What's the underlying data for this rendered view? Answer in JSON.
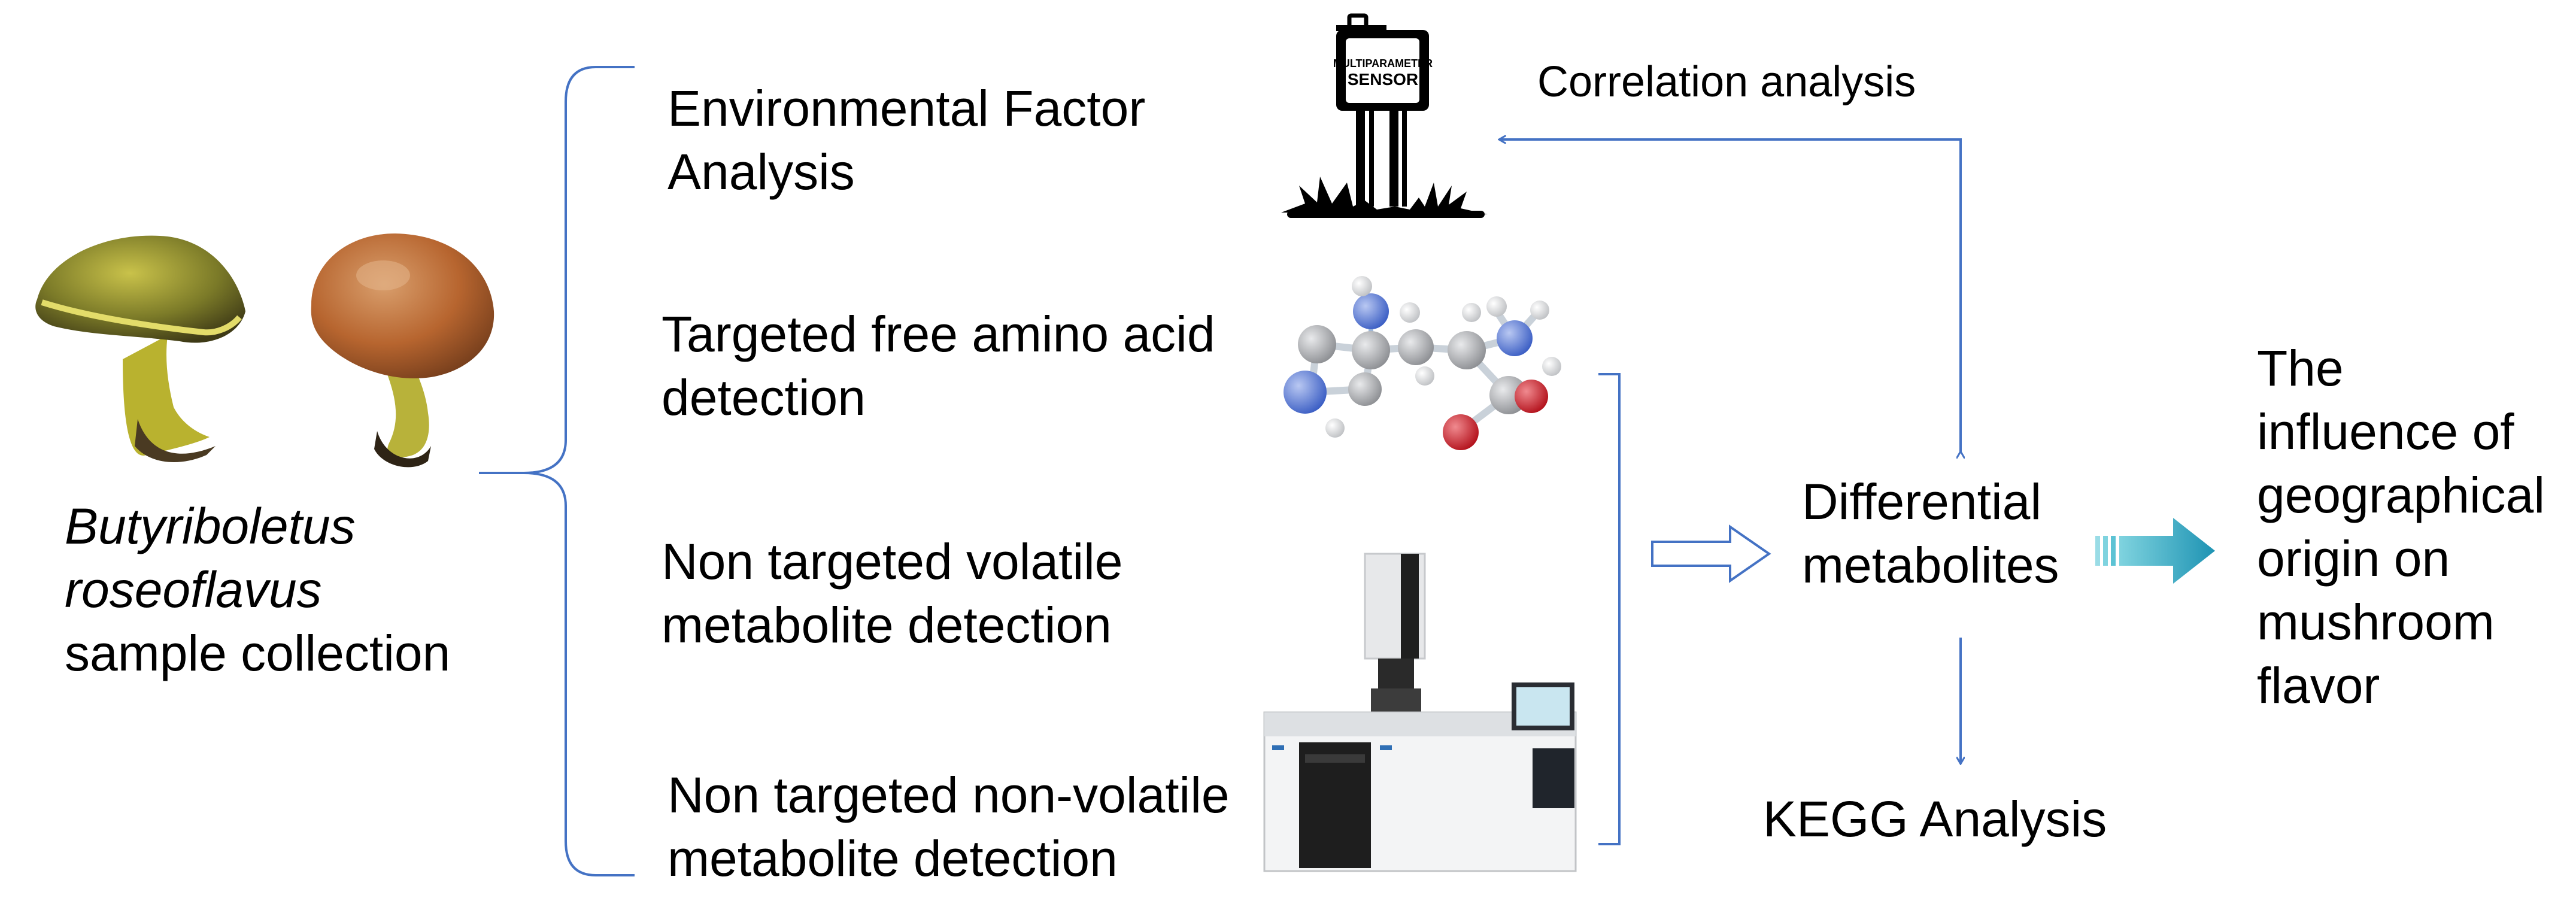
{
  "species_label": {
    "line1": "Butyriboletus",
    "line2": "roseoflavus",
    "line3": "sample collection"
  },
  "methods": [
    {
      "line1": "Environmental Factor",
      "line2": "Analysis"
    },
    {
      "line1": "Targeted free amino acid",
      "line2": "detection"
    },
    {
      "line1": "Non targeted volatile",
      "line2": "metabolite detection"
    },
    {
      "line1": "Non targeted non-volatile",
      "line2": "metabolite detection"
    }
  ],
  "sensor_sign": {
    "line1": "MULTIPARAMETER",
    "line2": "SENSOR"
  },
  "correlation_label": "Correlation analysis",
  "differential": {
    "line1": "Differential",
    "line2": "metabolites"
  },
  "kegg_label": "KEGG Analysis",
  "conclusion": {
    "lines": [
      "The",
      "influence of",
      "geographical",
      "origin on",
      "mushroom",
      "flavor"
    ]
  },
  "colors": {
    "connector_blue": "#4472C4",
    "teal_arrow": "#2AA6BE",
    "mushroom_stem": "#C9C238",
    "mushroom_cap_brown": "#B3672E",
    "oxygen_red": "#D21E2A",
    "nitrogen_blue": "#5577D6",
    "carbon_gray": "#A7A9AC"
  },
  "icons": [
    "mushroom-photo",
    "sensor-sign-icon",
    "amino-acid-molecule-icon",
    "gc-ms-instrument-icon",
    "hollow-arrow-icon",
    "teal-arrow-icon"
  ]
}
